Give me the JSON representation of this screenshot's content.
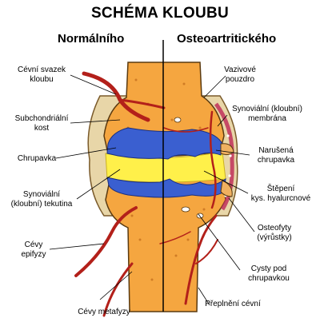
{
  "title": "SCHÉMA KLOUBU",
  "columns": {
    "normal": "Normálního",
    "osteo": "Osteoartritického"
  },
  "labels_left": [
    {
      "id": "cevni-svazek",
      "lines": [
        "Cévní svazek",
        "kloubu"
      ]
    },
    {
      "id": "subchondralni-kost",
      "lines": [
        "Subchondriální",
        "kost"
      ]
    },
    {
      "id": "chrupavka",
      "lines": [
        "Chrupavka"
      ]
    },
    {
      "id": "synovialni-tekutina",
      "lines": [
        "Synoviální",
        "(kloubní) tekutina"
      ]
    },
    {
      "id": "cevy-epifyzy",
      "lines": [
        "Cévy",
        "epifyzy"
      ]
    },
    {
      "id": "cevy-metafyzy",
      "lines": [
        "Cévy metafyzy"
      ]
    }
  ],
  "labels_right": [
    {
      "id": "vazivove-pouzdro",
      "lines": [
        "Vazivové",
        "pouzdro"
      ]
    },
    {
      "id": "synovialni-membrana",
      "lines": [
        "Synoviální (kloubní)",
        "membrána"
      ]
    },
    {
      "id": "narusena-chrupavka",
      "lines": [
        "Narušená",
        "chrupavka"
      ]
    },
    {
      "id": "stepeni-hyalurcnove",
      "lines": [
        "Štěpení",
        "kys. hyalurcnové"
      ]
    },
    {
      "id": "osteofyty",
      "lines": [
        "Osteofyty",
        "(výrůstky)"
      ]
    },
    {
      "id": "cysty",
      "lines": [
        "Cysty pod",
        "chrupavkou"
      ]
    },
    {
      "id": "preplneni-cevni",
      "lines": [
        "Přeplnění cévní"
      ]
    }
  ],
  "colors": {
    "bone": "#f5a640",
    "bone_dark": "#c06a1a",
    "cartilage": "#3a5fd0",
    "synovial_fluid": "#fff04a",
    "vessel": "#b3201a",
    "capsule": "#e8d6a8",
    "membrane": "#c0305a"
  }
}
